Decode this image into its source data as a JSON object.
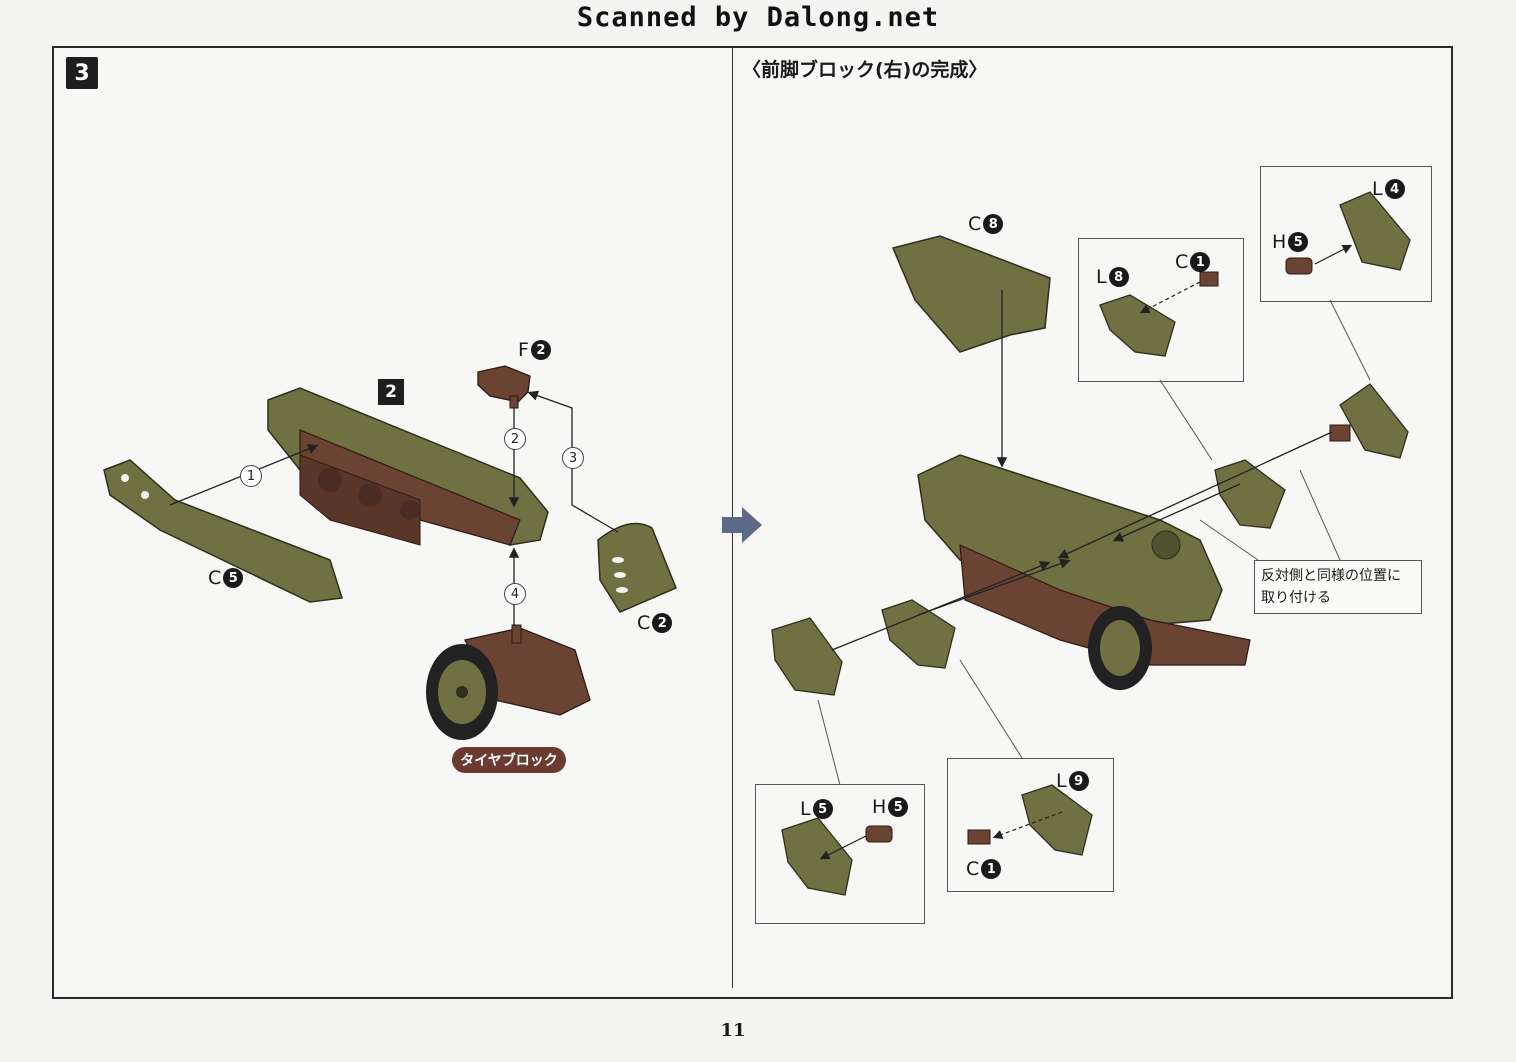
{
  "watermark": "Scanned by Dalong.net",
  "step_number": "3",
  "section_title": "〈前脚ブロック(右)の完成〉",
  "page_number": "11",
  "left_panel": {
    "sub_step": "2",
    "tire_block_label": "タイヤブロック",
    "order_marks": [
      "1",
      "2",
      "3",
      "4"
    ],
    "parts": [
      {
        "letter": "F",
        "num": "2"
      },
      {
        "letter": "C",
        "num": "5"
      },
      {
        "letter": "C",
        "num": "2"
      }
    ]
  },
  "right_panel": {
    "parts": {
      "top_shield": {
        "letter": "C",
        "num": "8"
      },
      "callout_a_left": {
        "letter": "L",
        "num": "8"
      },
      "callout_a_right": {
        "letter": "C",
        "num": "1"
      },
      "callout_b_plate": {
        "letter": "L",
        "num": "4"
      },
      "callout_b_pin": {
        "letter": "H",
        "num": "5"
      },
      "callout_c_plate": {
        "letter": "L",
        "num": "5"
      },
      "callout_c_pin": {
        "letter": "H",
        "num": "5"
      },
      "callout_d_block": {
        "letter": "L",
        "num": "9"
      },
      "callout_d_pin": {
        "letter": "C",
        "num": "1"
      }
    },
    "note_line1": "反対側と同様の位置に",
    "note_line2": "取り付ける"
  },
  "colors": {
    "olive": "#6f7142",
    "olive_dark": "#4f5130",
    "brown": "#6b4333",
    "brown_dark": "#4a2c22"
  }
}
